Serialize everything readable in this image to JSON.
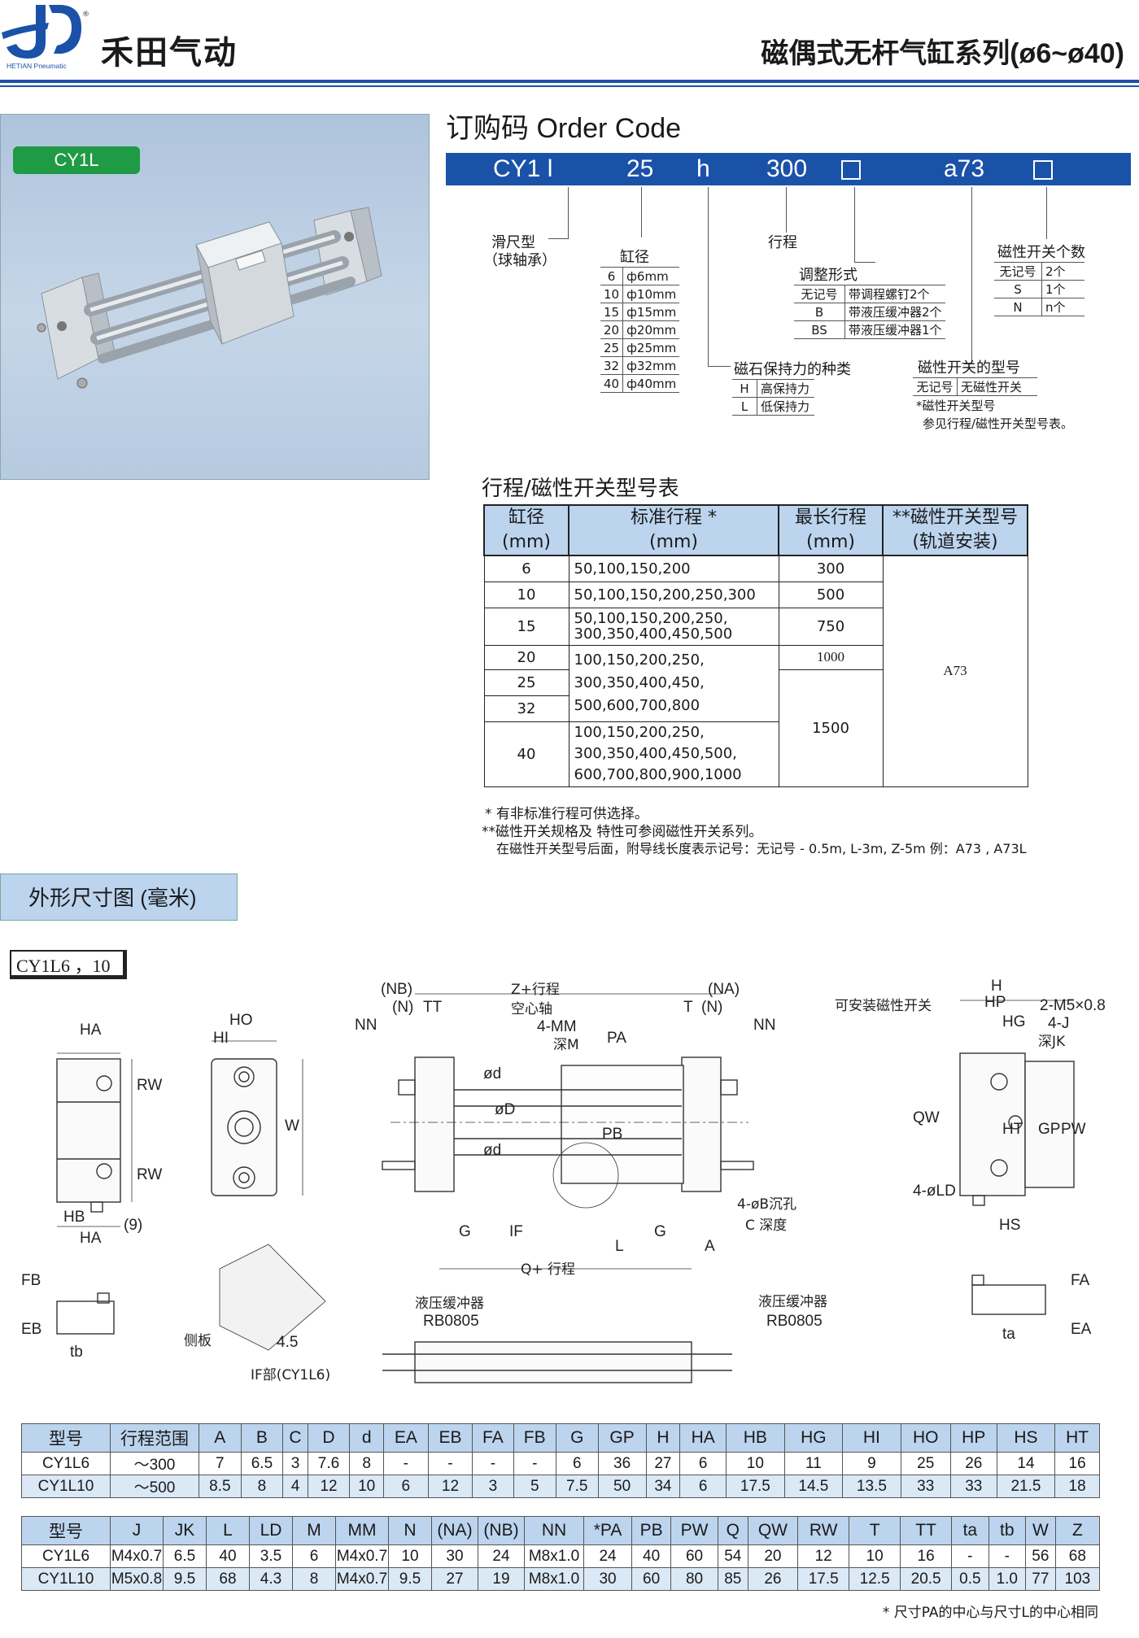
{
  "header": {
    "logo_caption": "HETIAN Pneumatic",
    "registered": "®",
    "brand": "禾田气动",
    "series_title": "磁偶式无杆气缸系列(ø6~ø40)"
  },
  "product": {
    "model_badge": "CY1L"
  },
  "order_code": {
    "title": "订购码 Order Code",
    "bar": [
      "CY1 l",
      "25",
      "h",
      "300",
      "a73"
    ],
    "slide_type": [
      "滑尺型",
      "（球轴承）"
    ],
    "bore": {
      "title": "缸径",
      "rows": [
        [
          "6",
          "ф6mm"
        ],
        [
          "10",
          "ф10mm"
        ],
        [
          "15",
          "ф15mm"
        ],
        [
          "20",
          "ф20mm"
        ],
        [
          "25",
          "ф25mm"
        ],
        [
          "32",
          "ф32mm"
        ],
        [
          "40",
          "ф40mm"
        ]
      ]
    },
    "stroke_label": "行程",
    "adjust": {
      "title": "调整形式",
      "rows": [
        [
          "无记号",
          "带调程螺钉2个"
        ],
        [
          "B",
          "带液压缓冲器2个"
        ],
        [
          "BS",
          "带液压缓冲器1个"
        ]
      ]
    },
    "magnet": {
      "title": "磁石保持力的种类",
      "rows": [
        [
          "H",
          "高保持力"
        ],
        [
          "L",
          "低保持力"
        ]
      ]
    },
    "switch_count": {
      "title": "磁性开关个数",
      "rows": [
        [
          "无记号",
          "2个"
        ],
        [
          "S",
          "1个"
        ],
        [
          "N",
          "n个"
        ]
      ]
    },
    "switch_model": {
      "title": "磁性开关的型号",
      "rows": [
        [
          "无记号",
          "无磁性开关"
        ]
      ],
      "note1": "*磁性开关型号",
      "note2": "参见行程/磁性开关型号表。"
    }
  },
  "stroke_table": {
    "title": "行程/磁性开关型号表",
    "headers": [
      [
        "缸径",
        "(mm)"
      ],
      [
        "标准行程 *",
        "(mm)"
      ],
      [
        "最长行程",
        "(mm)"
      ],
      [
        "**磁性开关型号",
        "(轨道安装)"
      ]
    ],
    "bores": [
      "6",
      "10",
      "15",
      "20",
      "25",
      "32",
      "40"
    ],
    "standard": [
      "50,100,150,200",
      "50,100,150,200,250,300",
      "50,100,150,200,250,",
      "300,350,400,450,500",
      "100,150,200,250,",
      "300,350,400,450,",
      "500,600,700,800",
      "100,150,200,250,",
      "300,350,400,450,500,",
      "600,700,800,900,1000"
    ],
    "max": [
      "300",
      "500",
      "750",
      "1000",
      "1500"
    ],
    "switch": "A73",
    "notes": [
      "* 有非标准行程可供选择。",
      "**磁性开关规格及 特性可参阅磁性开关系列。",
      "在磁性开关型号后面，附导线长度表示记号：无记号 - 0.5m, L-3m, Z-5m 例：A73 , A73L"
    ]
  },
  "outline": {
    "title": "外形尺寸图 (毫米)",
    "model_tag": "CY1L6 ，10"
  },
  "drawing_labels": {
    "ha": "HA",
    "ho": "HO",
    "hi": "HI",
    "rw": "RW",
    "w": "W",
    "hb": "HB",
    "nine": "(9)",
    "nb": "(NB)",
    "n": "(N)",
    "tt": "TT",
    "zstroke": "Z+行程",
    "hollow": "空心轴",
    "mm4": "4-MM",
    "depth_m": "深M",
    "pa": "PA",
    "t": "T",
    "na": "(NA)",
    "nn": "NN",
    "od": "ød",
    "oD": "øD",
    "pb": "PB",
    "g": "G",
    "if": "IF",
    "l": "L",
    "a": "A",
    "holes": "4-øB沉孔",
    "cdepth": "C 深度",
    "q": "Q+ 行程",
    "switch_mount": "可安装磁性开关",
    "h": "H",
    "hp": "HP",
    "hg": "HG",
    "m5": "2-M5×0.8",
    "j4": "4-J",
    "depth_jk": "深JK",
    "qw": "QW",
    "ht": "HT",
    "gp": "GP",
    "pw": "PW",
    "ld": "4-øLD",
    "hs": "HS",
    "fb": "FB",
    "eb": "EB",
    "tb": "tb",
    "side_plate": "侧板",
    "v45": "4.5",
    "if_part": "IF部(CY1L6)",
    "buffer": "液压缓冲器",
    "rb": "RB0805",
    "fa": "FA",
    "ea": "EA",
    "ta": "ta"
  },
  "dim_table1": {
    "headers": [
      "型号",
      "行程范围",
      "A",
      "B",
      "C",
      "D",
      "d",
      "EA",
      "EB",
      "FA",
      "FB",
      "G",
      "GP",
      "H",
      "HA",
      "HB",
      "HG",
      "HI",
      "HO",
      "HP",
      "HS",
      "HT"
    ],
    "rows": [
      [
        "CY1L6",
        "～300",
        "7",
        "6.5",
        "3",
        "7.6",
        "8",
        "-",
        "-",
        "-",
        "-",
        "6",
        "36",
        "27",
        "6",
        "10",
        "11",
        "9",
        "25",
        "26",
        "14",
        "16"
      ],
      [
        "CY1L10",
        "～500",
        "8.5",
        "8",
        "4",
        "12",
        "10",
        "6",
        "12",
        "3",
        "5",
        "7.5",
        "50",
        "34",
        "6",
        "17.5",
        "14.5",
        "13.5",
        "33",
        "33",
        "21.5",
        "18"
      ]
    ]
  },
  "dim_table2": {
    "headers": [
      "型号",
      "J",
      "JK",
      "L",
      "LD",
      "M",
      "MM",
      "N",
      "(NA)",
      "(NB)",
      "NN",
      "*PA",
      "PB",
      "PW",
      "Q",
      "QW",
      "RW",
      "T",
      "TT",
      "ta",
      "tb",
      "W",
      "Z"
    ],
    "rows": [
      [
        "CY1L6",
        "M4x0.7",
        "6.5",
        "40",
        "3.5",
        "6",
        "M4x0.7",
        "10",
        "30",
        "24",
        "M8x1.0",
        "24",
        "40",
        "60",
        "54",
        "20",
        "12",
        "10",
        "16",
        "-",
        "-",
        "56",
        "68"
      ],
      [
        "CY1L10",
        "M5x0.8",
        "9.5",
        "68",
        "4.3",
        "8",
        "M4x0.7",
        "9.5",
        "27",
        "19",
        "M8x1.0",
        "30",
        "60",
        "80",
        "85",
        "26",
        "17.5",
        "12.5",
        "20.5",
        "0.5",
        "1.0",
        "77",
        "103"
      ]
    ]
  },
  "footnote": "* 尺寸PA的中心与尺寸L的中心相同",
  "colors": {
    "brand_blue": "#1a52a8",
    "badge_green": "#1f9a45",
    "table_header": "#bcd4ee"
  }
}
